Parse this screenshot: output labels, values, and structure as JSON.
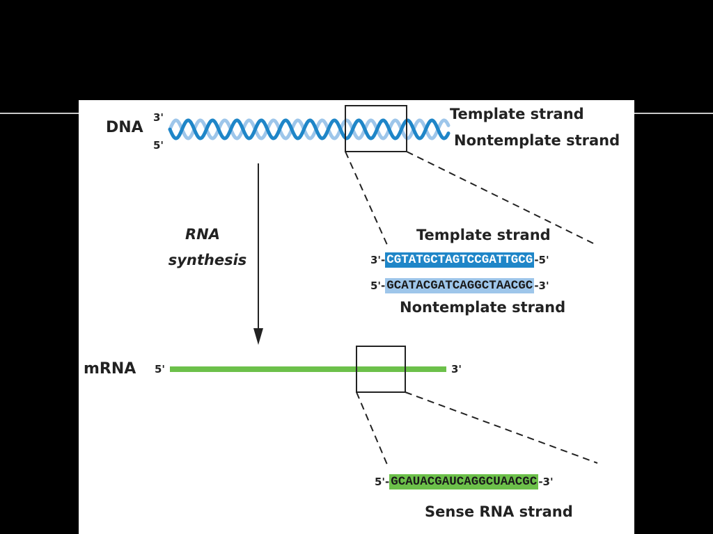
{
  "colors": {
    "template_strand": "#1f86c8",
    "nontemplate_strand": "#9ec6ea",
    "mrna": "#6cc04a",
    "text": "#222222"
  },
  "dna": {
    "label": "DNA",
    "end_top": "3'",
    "end_bottom": "5'",
    "template_label": "Template strand",
    "nontemplate_label": "Nontemplate strand"
  },
  "arrow": {
    "label_line1": "RNA",
    "label_line2": "synthesis"
  },
  "zoom_dna": {
    "title": "Template strand",
    "template_left_end": "3'-",
    "template_seq": "CGTATGCTAGTCCGATTGCG",
    "template_right_end": "-5'",
    "nontemplate_left_end": "5'-",
    "nontemplate_seq": "GCATACGATCAGGCTAACGC",
    "nontemplate_right_end": "-3'",
    "subtitle": "Nontemplate strand"
  },
  "mrna": {
    "label": "mRNA",
    "end_left": "5'",
    "end_right": "3'"
  },
  "zoom_rna": {
    "left_end": "5'-",
    "seq": "GCAUACGAUCAGGCUAACGC",
    "right_end": "-3'",
    "caption": "Sense RNA strand"
  }
}
